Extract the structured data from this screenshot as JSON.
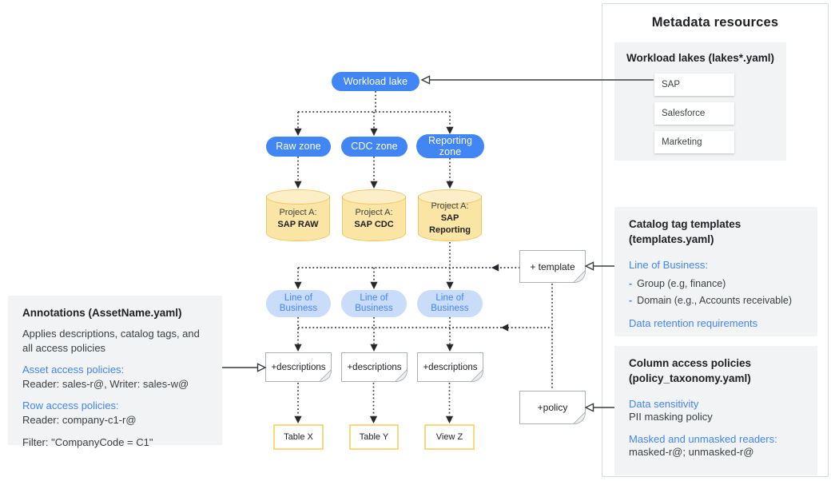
{
  "colors": {
    "accent_blue": "#4285F4",
    "light_blue_pill": "#C9DCFA",
    "cylinder_fill": "#FBE5A4",
    "cylinder_border": "#EDC75F",
    "table_border": "#F9D87E",
    "panel_gray": "#F1F3F4",
    "text_dark": "#202124",
    "text_body": "#3C4043"
  },
  "diagram": {
    "workload_lake_label": "Workload lake",
    "zones": [
      "Raw zone",
      "CDC zone",
      "Reporting zone"
    ],
    "projects": [
      {
        "line1": "Project A:",
        "line2": "SAP RAW"
      },
      {
        "line1": "Project A:",
        "line2": "SAP CDC"
      },
      {
        "line1": "Project A:",
        "line2": "SAP Reporting"
      }
    ],
    "lob_label": "Line of Business",
    "descriptions_label": "+descriptions",
    "template_label": "+ template",
    "policy_label": "+policy",
    "tables": [
      "Table X",
      "Table Y",
      "View Z"
    ]
  },
  "annotations_panel": {
    "title": "Annotations (AssetName.yaml)",
    "body": "Applies descriptions, catalog tags, and all access policies",
    "asset_heading": "Asset access policies:",
    "asset_body": "Reader: sales-r@, Writer: sales-w@",
    "row_heading": "Row access policies:",
    "row_body": "Reader: company-c1-r@",
    "filter": "Filter: \"CompanyCode = C1\""
  },
  "metadata_panel": {
    "title": "Metadata resources",
    "workload_lakes": {
      "heading": "Workload lakes (lakes*.yaml)",
      "items": [
        "SAP",
        "Salesforce",
        "Marketing"
      ]
    },
    "catalog_tags": {
      "heading_line1": "Catalog tag templates",
      "heading_line2": "(templates.yaml)",
      "lob_heading": "Line of Business:",
      "bullets": [
        "Group (e.g, finance)",
        "Domain (e.g., Accounts receivable)"
      ],
      "retention": "Data retention requirements"
    },
    "column_policies": {
      "heading_line1": "Column access policies",
      "heading_line2": "(policy_taxonomy.yaml)",
      "sensitivity_heading": "Data sensitivity",
      "sensitivity_body": "PII masking policy",
      "readers_heading": "Masked and unmasked readers:",
      "readers_body": "masked-r@; unmasked-r@"
    }
  }
}
